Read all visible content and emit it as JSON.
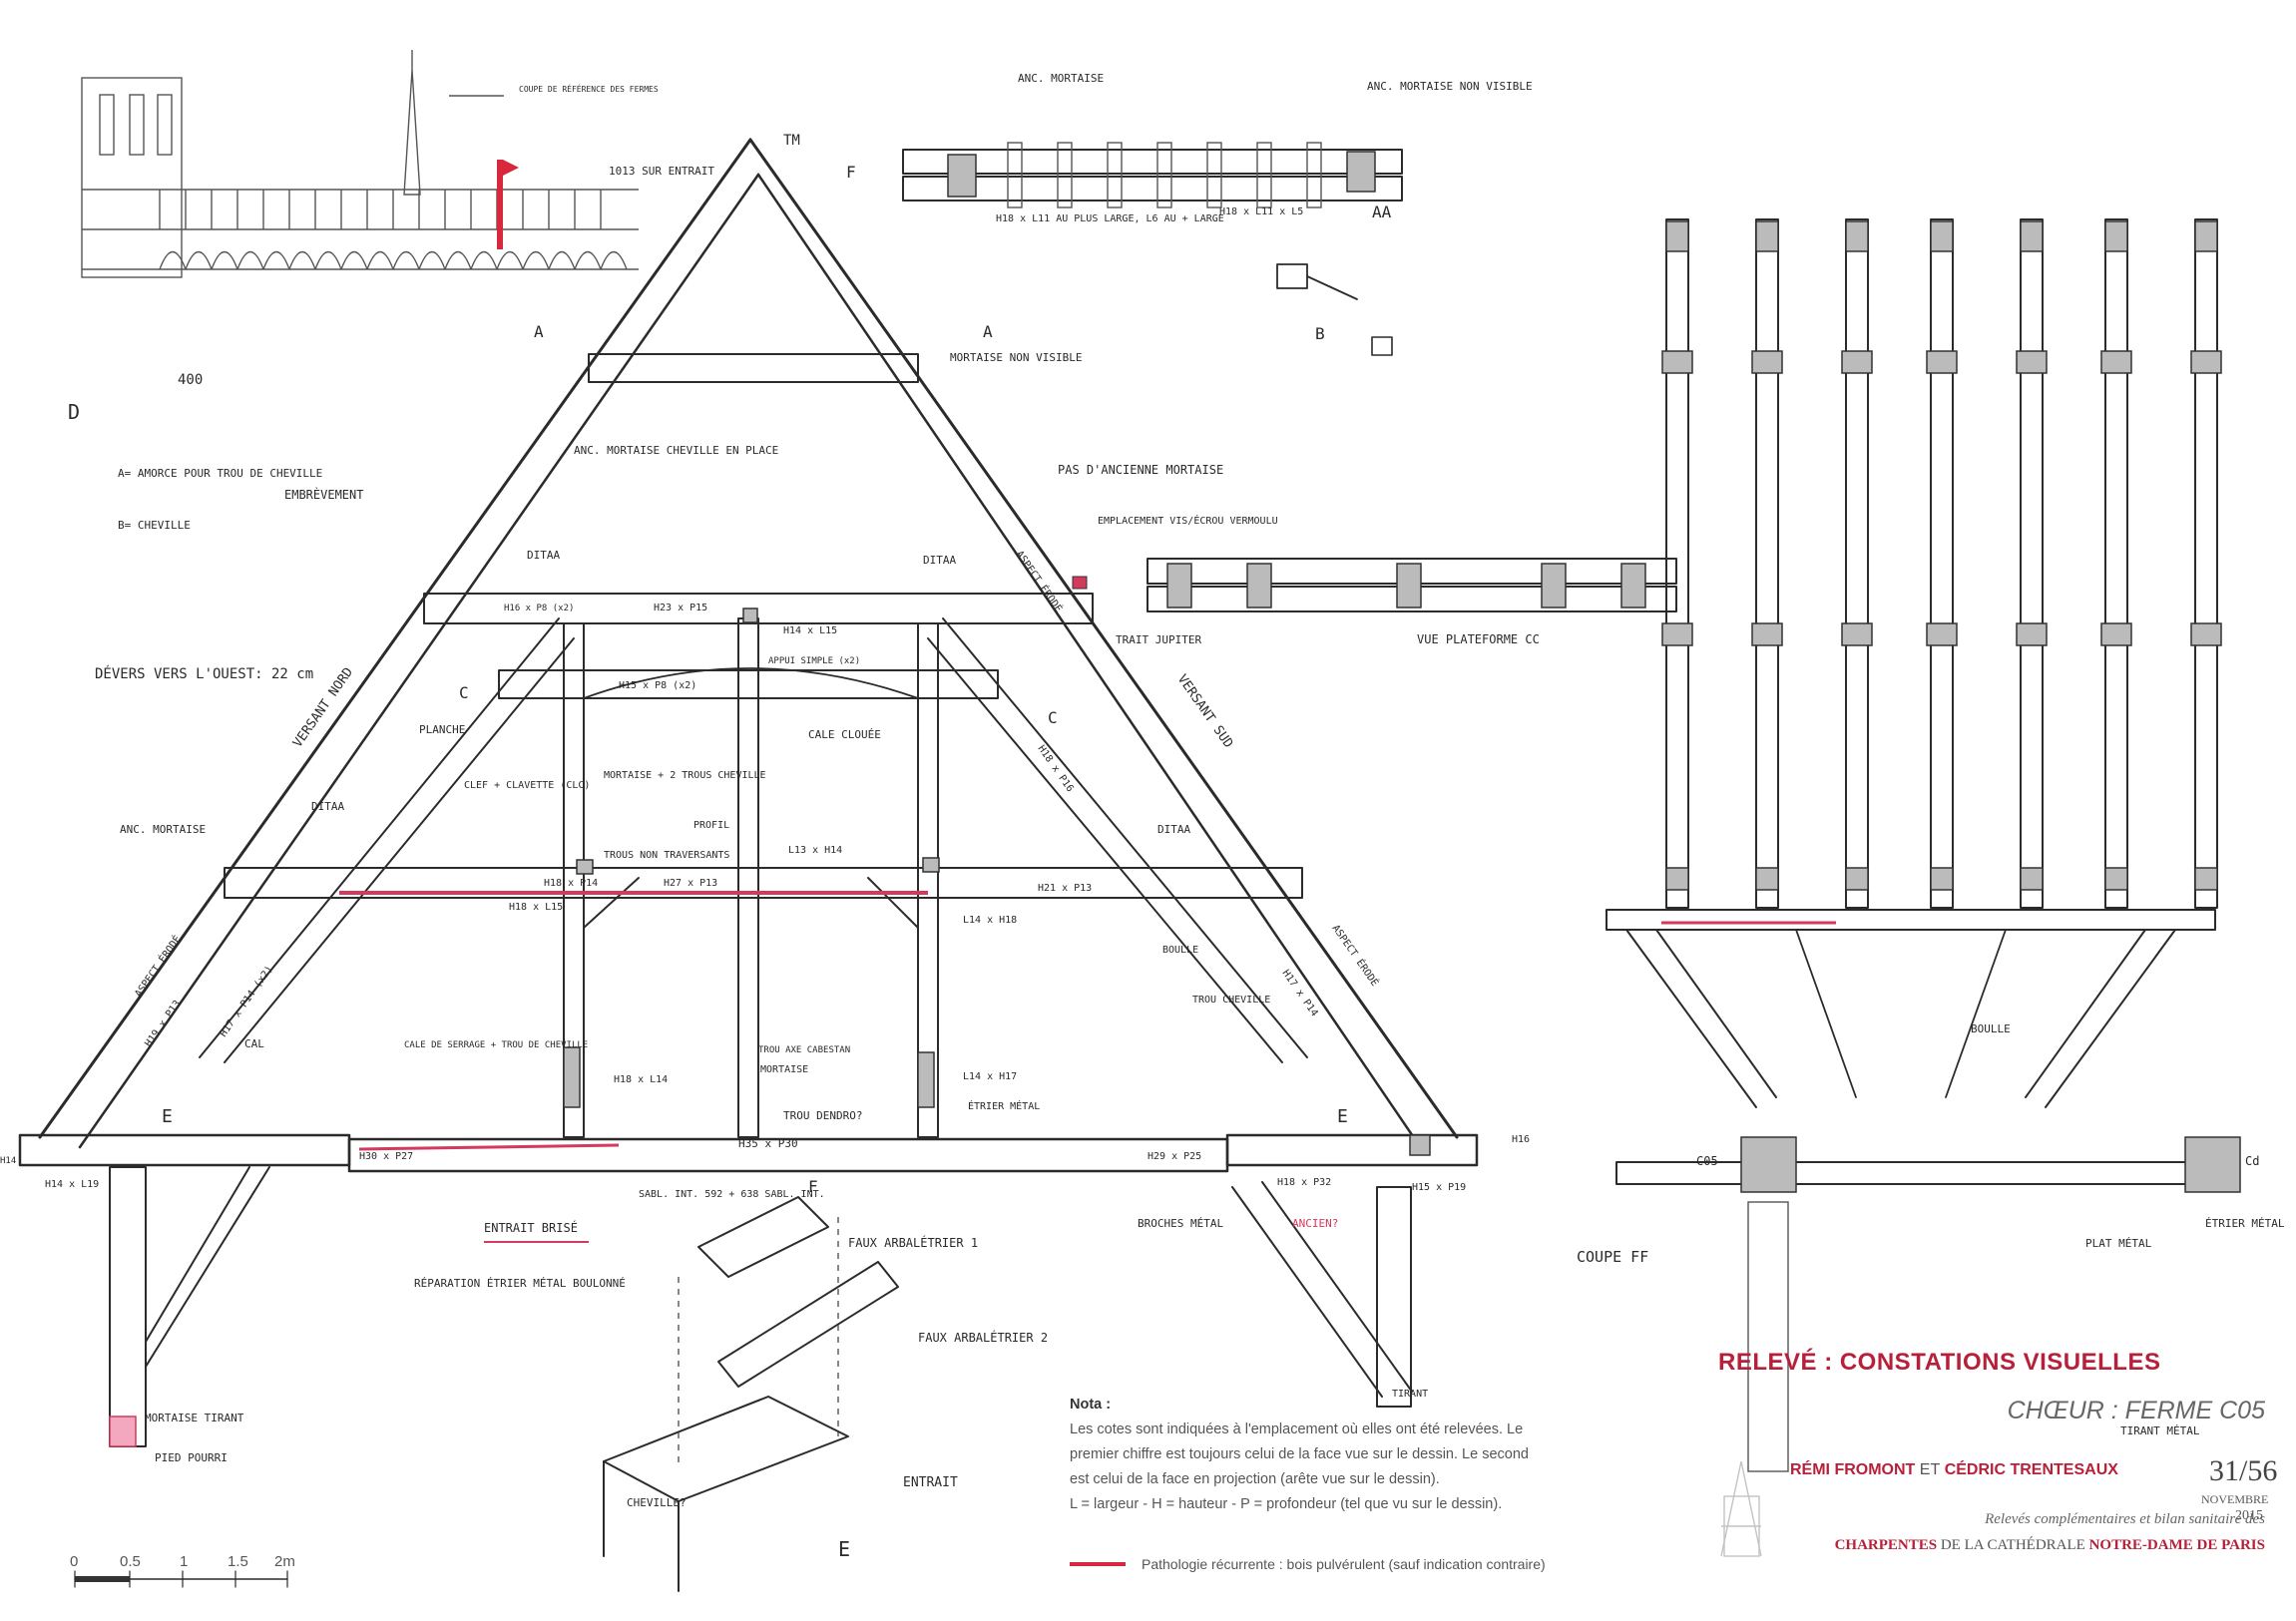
{
  "labels": {
    "tm": "TM",
    "f_top": "F",
    "a_left": "A",
    "a_right": "A",
    "hauteur": "1013 SUR ENTRAIT",
    "coupe_ref": "COUPE DE RÉFÉRENCE DES FERMES",
    "d_letter": "D",
    "d_dim": "400",
    "legend_a": "A= AMORCE POUR TROU DE CHEVILLE",
    "legend_b": "B= CHEVILLE",
    "embrevement": "EMBRÈVEMENT",
    "devers": "DÉVERS VERS L'OUEST: 22 cm",
    "versant_nord": "VERSANT NORD",
    "versant_sud": "VERSANT SUD",
    "mortaise_non_visible": "MORTAISE NON VISIBLE",
    "anc_mortaise_cheville": "ANC. MORTAISE CHEVILLE EN PLACE",
    "pas_ancienne": "PAS D'ANCIENNE MORTAISE",
    "aspect_erode": "ASPECT ÉRODÉ",
    "emplacement_vis": "EMPLACEMENT VIS/ÉCROU VERMOULU",
    "trait_jupiter": "TRAIT JUPITER",
    "vue_plate": "VUE PLATEFORME CC",
    "anc_mortaise_top": "ANC. MORTAISE",
    "anc_mortaise_nv": "ANC. MORTAISE NON VISIBLE",
    "aa": "AA",
    "h18_l11": "H18 x L11 AU PLUS LARGE, L6 AU + LARGE",
    "h18_l11b": "H18 x L11 x L5",
    "b_letter": "B",
    "ditaa1": "DITAA",
    "ditaa2": "DITAA",
    "ditaa3": "DITAA",
    "ditaa4": "DITAA",
    "h23_p15": "H23 x P15",
    "h14_l15": "H14 x L15",
    "h16_p8": "H16 x P8 (x2)",
    "h15_p8": "H15 x P8 (x2)",
    "appui": "APPUI SIMPLE (x2)",
    "cale_clouee": "CALE CLOUÉE",
    "c1": "C",
    "c2": "C",
    "planche": "PLANCHE",
    "clef": "CLEF + CLAVETTE (CLC)",
    "mortaise_2trous": "MORTAISE + 2 TROUS CHEVILLE",
    "profil": "PROFIL",
    "trous_non_traverses": "TROUS NON TRAVERSANTS",
    "l13_h14": "L13 x H14",
    "anc_mortaise_left": "ANC. MORTAISE",
    "h18_p14": "H18 x P14",
    "h27_p13": "H27 x P13",
    "h21_p13": "H21 x P13",
    "h18_l15": "H18 x L15",
    "l14_h18": "L14 x H18",
    "aspect_erode2": "ASPECT ÉRODÉ",
    "aspect_erode3": "ASPECT ÉRODÉ",
    "h19_p13": "H19 x P13",
    "h17_p14": "H17 x P14 (x2)",
    "h17_p14b": "H17 x P14",
    "h18_p16": "H18 x P16",
    "cal": "CAL",
    "boulle": "BOULLE",
    "trou_cheville": "TROU CHEVILLE",
    "cale_serrage": "CALE DE SERRAGE + TROU DE CHEVILLE",
    "h18_l14": "H18 x L14",
    "trou_cabestan": "TROU AXE CABESTAN",
    "mortaise2": "MORTAISE",
    "l14_h17": "L14 x H17",
    "etrier": "ÉTRIER MÉTAL",
    "trou_dendro": "TROU DENDRO?",
    "e_left": "E",
    "e_right": "E",
    "h14": "H14",
    "h14_l19": "H14 x L19",
    "h30_p27": "H30 x P27",
    "h35_p30": "H35 x P30",
    "h29_p25": "H29 x P25",
    "h15_p19": "H15 x P19",
    "h16": "H16",
    "h18_p32": "H18 x P32",
    "sabl": "SABL. INT. 592 + 638 SABL. INT.",
    "f_lower": "F",
    "entrait_brise": "ENTRAIT BRISÉ",
    "reparation": "RÉPARATION ÉTRIER MÉTAL BOULONNÉ",
    "faux_arba1": "FAUX ARBALÉTRIER 1",
    "faux_arba2": "FAUX ARBALÉTRIER 2",
    "entrait": "ENTRAIT",
    "cheville_q": "CHEVILLE?",
    "e_lower": "E",
    "broches": "BROCHES MÉTAL",
    "ancien": "ANCIEN?",
    "mortaise_tirant": "MORTAISE TIRANT",
    "pied_pourri": "PIED POURRI",
    "coupe_ff": "COUPE FF",
    "plat_metal": "PLAT MÉTAL",
    "etrier2": "ÉTRIER MÉTAL",
    "tirant_metal": "TIRANT MÉTAL",
    "tirant": "TIRANT",
    "c05": "C05",
    "cd": "Cd",
    "boulle2": "BOULLE"
  },
  "scale": {
    "ticks": [
      "0",
      "0.5",
      "1",
      "1.5",
      "2m"
    ]
  },
  "title_block": {
    "title": "RELEVÉ : CONSTATIONS VISUELLES",
    "subtitle": "CHŒUR : FERME C05",
    "author1": "RÉMI FROMONT",
    "author_sep": "ET",
    "author2": "CÉDRIC TRENTESAUX",
    "sheet": "31/56",
    "month": "NOVEMBRE",
    "year": "2015",
    "desc": "Relevés complémentaires et bilan sanitaire des",
    "desc2_a": "CHARPENTES",
    "desc2_b": "DE LA CATHÉDRALE",
    "desc2_c": "NOTRE-DAME DE PARIS"
  },
  "nota": {
    "heading": "Nota :",
    "line1": "Les cotes sont indiquées à l'emplacement où elles ont été relevées. Le premier chiffre est toujours celui de la face vue sur le dessin. Le second est celui de la face en projection (arête vue sur le dessin).",
    "line2": "L = largeur - H = hauteur - P = profondeur (tel que vu sur le dessin)."
  },
  "legend": {
    "label": "Pathologie récurrente : bois pulvérulent (sauf indication contraire)",
    "color": "#d8283c"
  }
}
